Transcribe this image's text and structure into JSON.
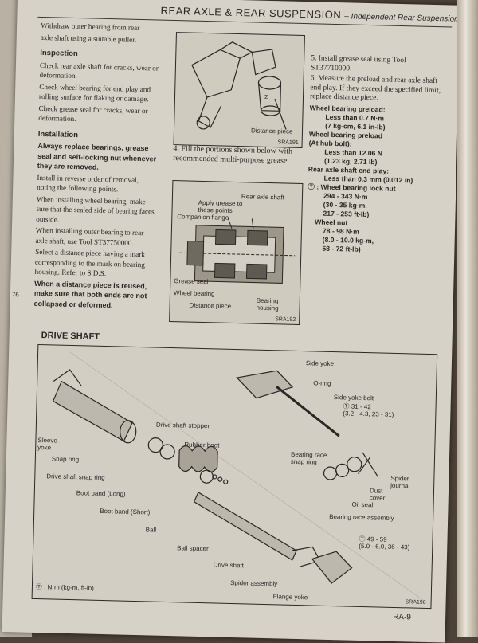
{
  "header": {
    "title": "REAR AXLE & REAR SUSPENSION",
    "subtitle": "– Independent Rear Suspension"
  },
  "left_column": {
    "intro_lines": [
      "Withdraw outer bearing from rear",
      "axle shaft using a suitable puller."
    ],
    "inspection_heading": "Inspection",
    "inspection_items": [
      "Check rear axle shaft for cracks, wear or deformation.",
      "Check wheel bearing for end play and rolling surface for flaking or damage.",
      "Check grease seal for cracks, wear or deformation."
    ],
    "installation_heading": "Installation",
    "installation_warning": "Always replace bearings, grease seal and self-locking nut whenever they are removed.",
    "installation_items": [
      "Install in reverse order of removal, noting the following points.",
      "When installing wheel bearing, make sure that the sealed side of bearing faces outside.",
      "When installing outer bearing to rear axle shaft, use Tool ST37750000.",
      "Select a distance piece having a mark corresponding to the mark on bearing housing. Refer to S.D.S."
    ],
    "distance_warning": "When a distance piece is reused, make sure that both ends are not collapsed or deformed.",
    "margin_number": "76"
  },
  "fig_sra191": {
    "label_distance": "Distance piece",
    "code": "SRA191"
  },
  "middle_text": "4. Fill the portions shown below with recommended multi-purpose grease.",
  "fig_sra192": {
    "labels": {
      "rear_axle_shaft": "Rear axle shaft",
      "apply_grease": "Apply grease to these points",
      "companion_flange": "Companion flange",
      "grease_seal": "Grease seal",
      "wheel_bearing": "Wheel bearing",
      "distance_piece": "Distance piece",
      "bearing_housing": "Bearing housing"
    },
    "code": "SRA192"
  },
  "right_column": {
    "step5": "5. Install grease seal using Tool ST37710000.",
    "step6": "6. Measure the preload and rear axle shaft end play. If they exceed the specified limit, replace distance piece.",
    "specs": [
      {
        "label": "Wheel bearing preload:",
        "values": [
          "Less than 0.7 N·m",
          "(7 kg-cm, 6.1 in-lb)"
        ]
      },
      {
        "label": "Wheel bearing preload",
        "values": []
      },
      {
        "label": "(At hub bolt):",
        "values": [
          "Less than 12.06 N",
          "(1.23 kg, 2.71 lb)"
        ]
      },
      {
        "label": "Rear axle shaft end play:",
        "values": [
          "Less than 0.3 mm (0.012 in)"
        ]
      },
      {
        "label": "Ⓣ : Wheel bearing lock nut",
        "values": [
          "294 - 343 N·m",
          "(30 - 35 kg-m,",
          "217 - 253 ft-lb)"
        ]
      },
      {
        "label": "Wheel nut",
        "values": [
          "78 - 98 N·m",
          "(8.0 - 10.0 kg-m,",
          "58 - 72 ft-lb)"
        ]
      }
    ]
  },
  "drive_shaft": {
    "heading": "DRIVE SHAFT",
    "labels": {
      "side_yoke": "Side yoke",
      "o_ring": "O-ring",
      "side_yoke_bolt": "Side yoke bolt",
      "bolt_torque": "Ⓣ 31 - 42",
      "bolt_torque2": "(3.2 - 4.3, 23 - 31)",
      "sleeve_yoke": "Sleeve yoke",
      "drive_shaft_stopper": "Drive shaft stopper",
      "rubber_boot": "Rubber boot",
      "snap_ring": "Snap ring",
      "drive_shaft_snap_ring": "Drive shaft snap ring",
      "boot_band_long": "Boot band (Long)",
      "boot_band_short": "Boot band (Short)",
      "ball": "Ball",
      "ball_spacer": "Ball spacer",
      "drive_shaft": "Drive shaft",
      "spider_assembly": "Spider assembly",
      "flange_yoke": "Flange yoke",
      "bearing_race_snap_ring": "Bearing race snap ring",
      "spider_journal": "Spider journal",
      "dust_cover": "Dust cover",
      "oil_seal": "Oil seal",
      "bearing_race_assembly": "Bearing race assembly",
      "flange_torque": "Ⓣ 49 - 59",
      "flange_torque2": "(5.0 - 6.0, 36 - 43)",
      "torque_unit": "Ⓣ : N·m (kg-m, ft-lb)"
    },
    "code": "SRA196"
  },
  "page_number": "RA-9"
}
